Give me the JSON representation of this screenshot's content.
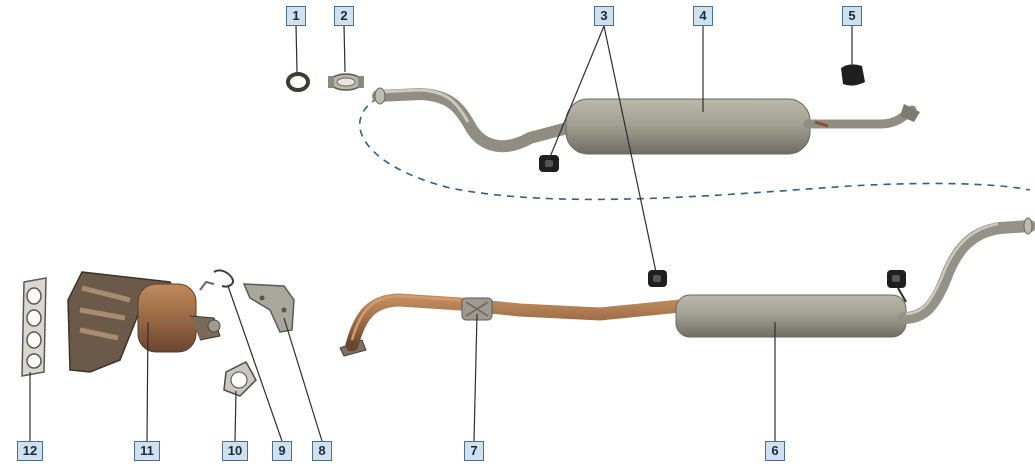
{
  "diagram": {
    "callouts": [
      {
        "id": "c1",
        "label": "1"
      },
      {
        "id": "c2",
        "label": "2"
      },
      {
        "id": "c3",
        "label": "3"
      },
      {
        "id": "c4",
        "label": "4"
      },
      {
        "id": "c5",
        "label": "5"
      },
      {
        "id": "c6",
        "label": "6"
      },
      {
        "id": "c7",
        "label": "7"
      },
      {
        "id": "c8",
        "label": "8"
      },
      {
        "id": "c9",
        "label": "9"
      },
      {
        "id": "c10",
        "label": "10"
      },
      {
        "id": "c11",
        "label": "11"
      },
      {
        "id": "c12",
        "label": "12"
      }
    ],
    "colors": {
      "callout_fill": "#cfe1ee",
      "callout_border": "#4a6f8f",
      "leader_line": "#2e2e2e",
      "dashed_link": "#2f5f8a",
      "steel": "#9a9a8c",
      "steel_dark": "#6e6d63",
      "copper": "#9a6a45",
      "rubber": "#1e1e1e"
    }
  }
}
